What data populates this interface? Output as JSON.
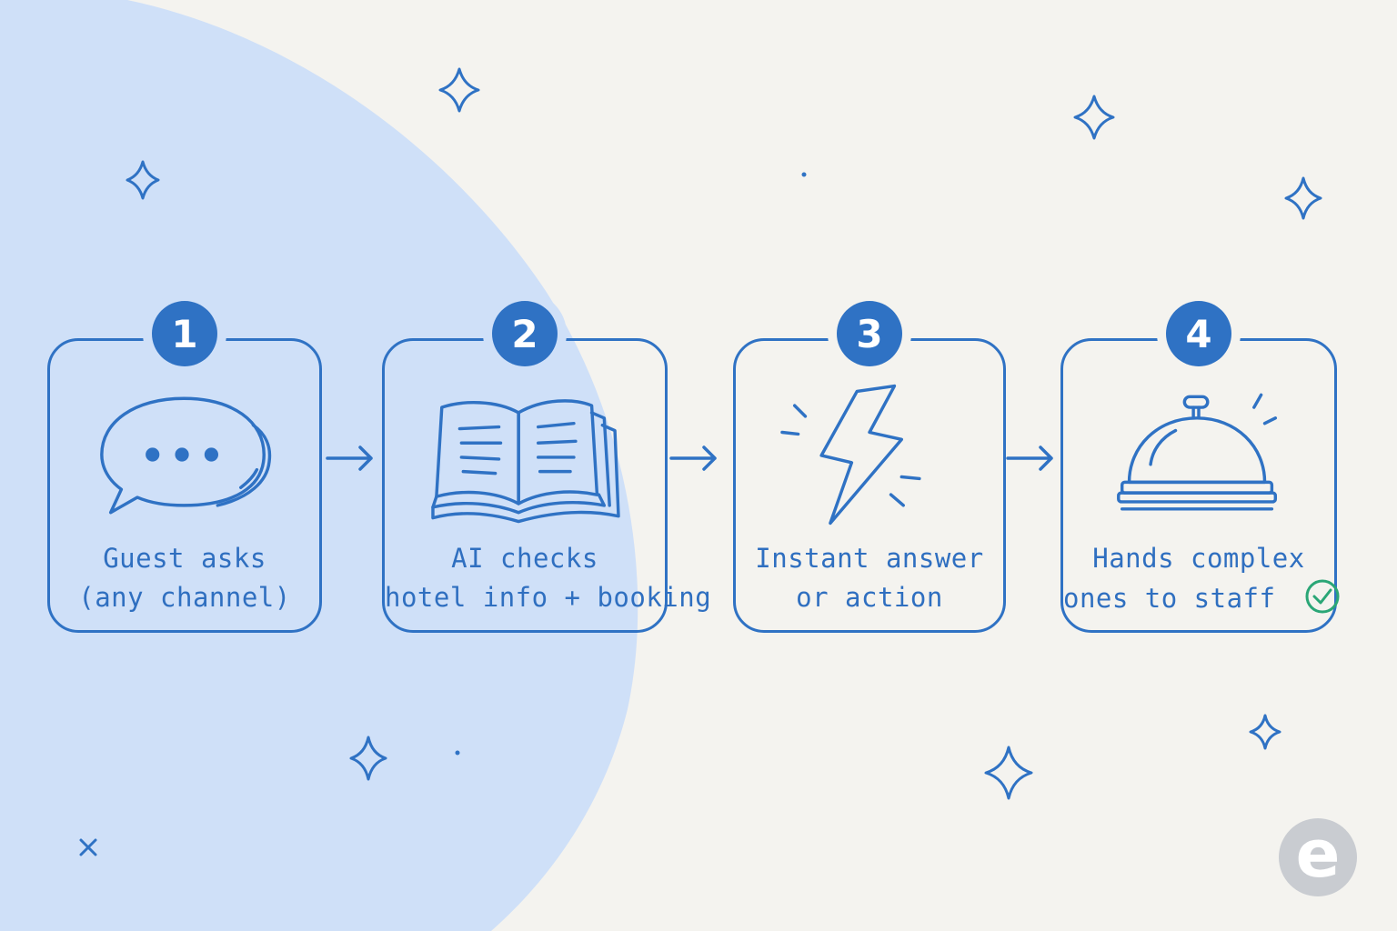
{
  "colors": {
    "accent": "#2f72c4",
    "background": "#f4f3ef",
    "blob": "#cfe0f8",
    "check": "#2aa676",
    "logo": "#c9ccd1"
  },
  "steps": [
    {
      "number": "1",
      "line1": "Guest asks",
      "line2": "(any channel)",
      "icon": "speech-bubble-icon"
    },
    {
      "number": "2",
      "line1": "AI checks",
      "line2": "hotel info + booking",
      "icon": "open-book-icon"
    },
    {
      "number": "3",
      "line1": "Instant answer",
      "line2": "or action",
      "icon": "lightning-bolt-icon"
    },
    {
      "number": "4",
      "line1": "Hands complex",
      "line2": "ones to staff",
      "icon": "service-bell-icon"
    }
  ],
  "logo": {
    "letter": "e"
  }
}
